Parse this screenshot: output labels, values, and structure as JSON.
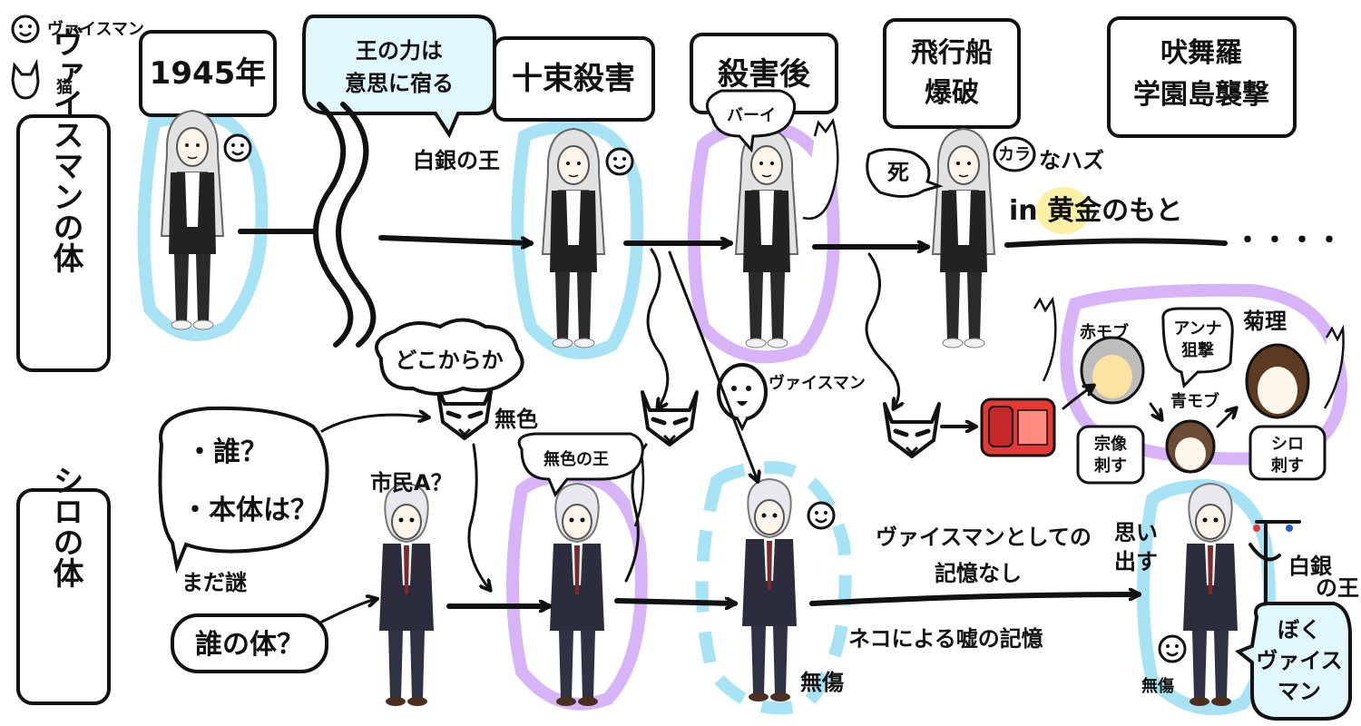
{
  "legend": {
    "smile_label": "ヴァイスマン",
    "cat_label": "猫"
  },
  "rows": {
    "top_label": "ヴァイスマンの体",
    "bottom_label": "シロの体"
  },
  "timeline_boxes": [
    "1945年",
    "王の力は意思に宿る",
    "十束殺害",
    "殺害後",
    "飛行船爆破",
    "吠舞羅学園島襲撃"
  ],
  "annotations": {
    "silver_king": "白銀の王",
    "bye": "バーイ",
    "dead": "死",
    "empty": "カラ",
    "should_be": "なハズ",
    "in_gold": "in 黄金のもと",
    "dots": "・・・・",
    "from_somewhere": "どこからか",
    "colorless": "無色",
    "colorless_king": "無色の王",
    "weisman_small": "ヴァイスマン",
    "who_q": "・誰？",
    "true_body_q": "・本体は？",
    "still_mystery": "まだ謎",
    "whose_body": "誰の体？",
    "citizen_a": "市民A？",
    "no_memory_1": "ヴァイスマンとしての",
    "no_memory_2": "記憶なし",
    "fake_memory": "ネコによる嘘の記憶",
    "unhurt_1": "無傷",
    "unhurt_2": "無傷",
    "remember": "思い出す",
    "silver_king_2": "白銀の王",
    "i_am_weisman": "ぼくヴァイスマン",
    "red_mob": "赤モブ",
    "anna_snipe": "アンナ狙撃",
    "blue_mob": "青モブ",
    "kukuri": "菊理",
    "sota_stab": "宗像刺す",
    "shiro_stab": "シロ刺す"
  },
  "colors": {
    "blue_aura": "#a8e3f5",
    "purple_aura": "#d7b4f7",
    "gold_highlight": "#fbf0a6",
    "phone_red": "#e53935",
    "ink": "#111111"
  }
}
